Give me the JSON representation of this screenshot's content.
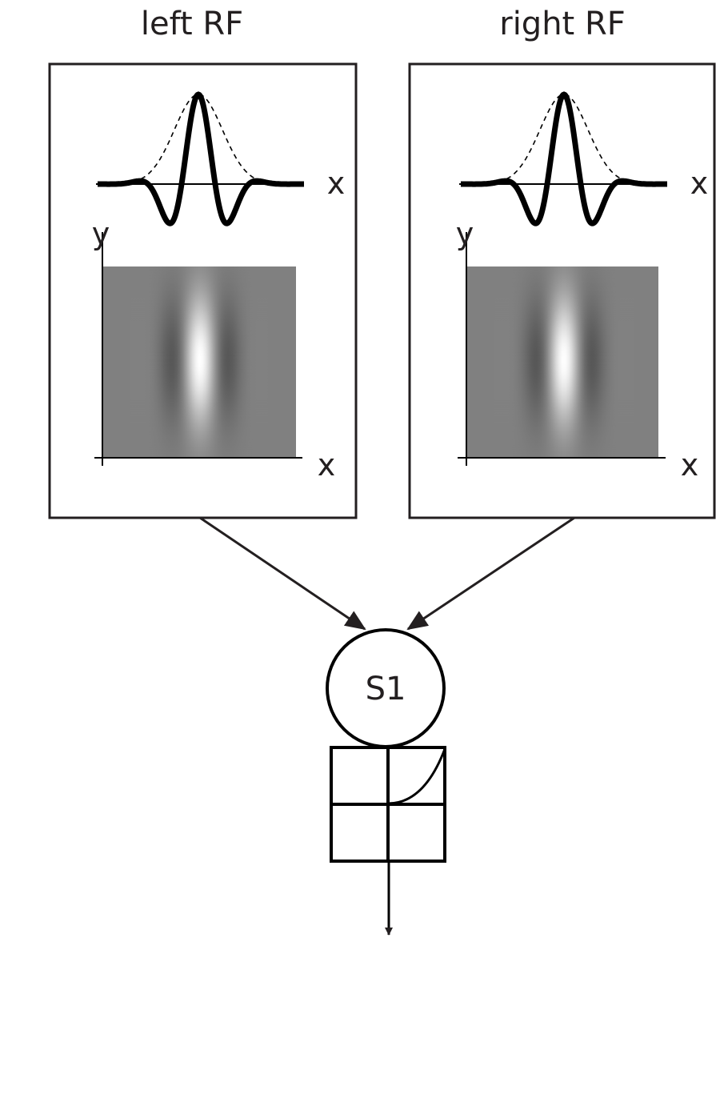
{
  "panels": [
    {
      "title": "left RF",
      "x_label_profile": "x",
      "y_label": "y",
      "x_label_image": "x"
    },
    {
      "title": "right RF",
      "x_label_profile": "x",
      "y_label": "y",
      "x_label_image": "x"
    }
  ],
  "unit": {
    "label": "S1"
  },
  "colors": {
    "background_gray": "#808080",
    "stroke": "#000000"
  }
}
